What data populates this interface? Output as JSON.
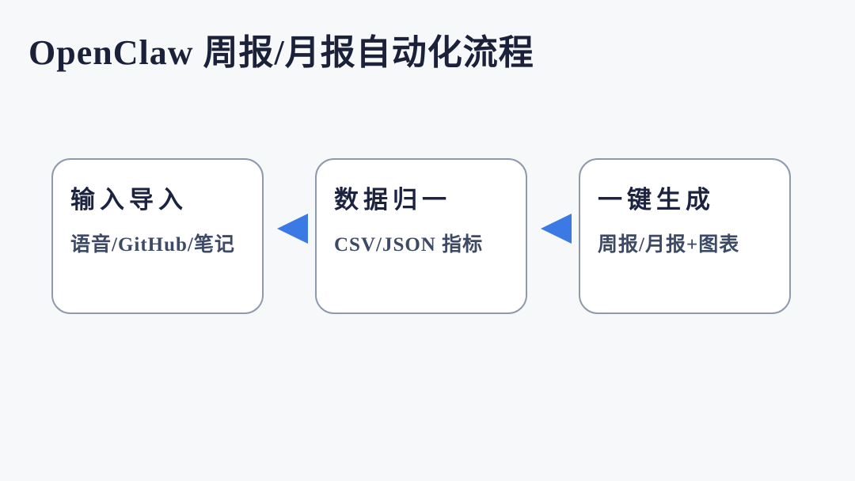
{
  "page": {
    "title": "OpenClaw 周报/月报自动化流程",
    "background_color": "#F6F8FA",
    "title_color": "#1A2138"
  },
  "flow": {
    "arrow_color": "#3B7AE4",
    "arrow_direction": "left",
    "box_border_color": "#8E99AC",
    "box_background_color": "#FFFFFF",
    "steps": [
      {
        "title": "输入导入",
        "subtitle": "语音/GitHub/笔记"
      },
      {
        "title": "数据归一",
        "subtitle": "CSV/JSON 指标"
      },
      {
        "title": "一键生成",
        "subtitle": "周报/月报+图表"
      }
    ]
  }
}
